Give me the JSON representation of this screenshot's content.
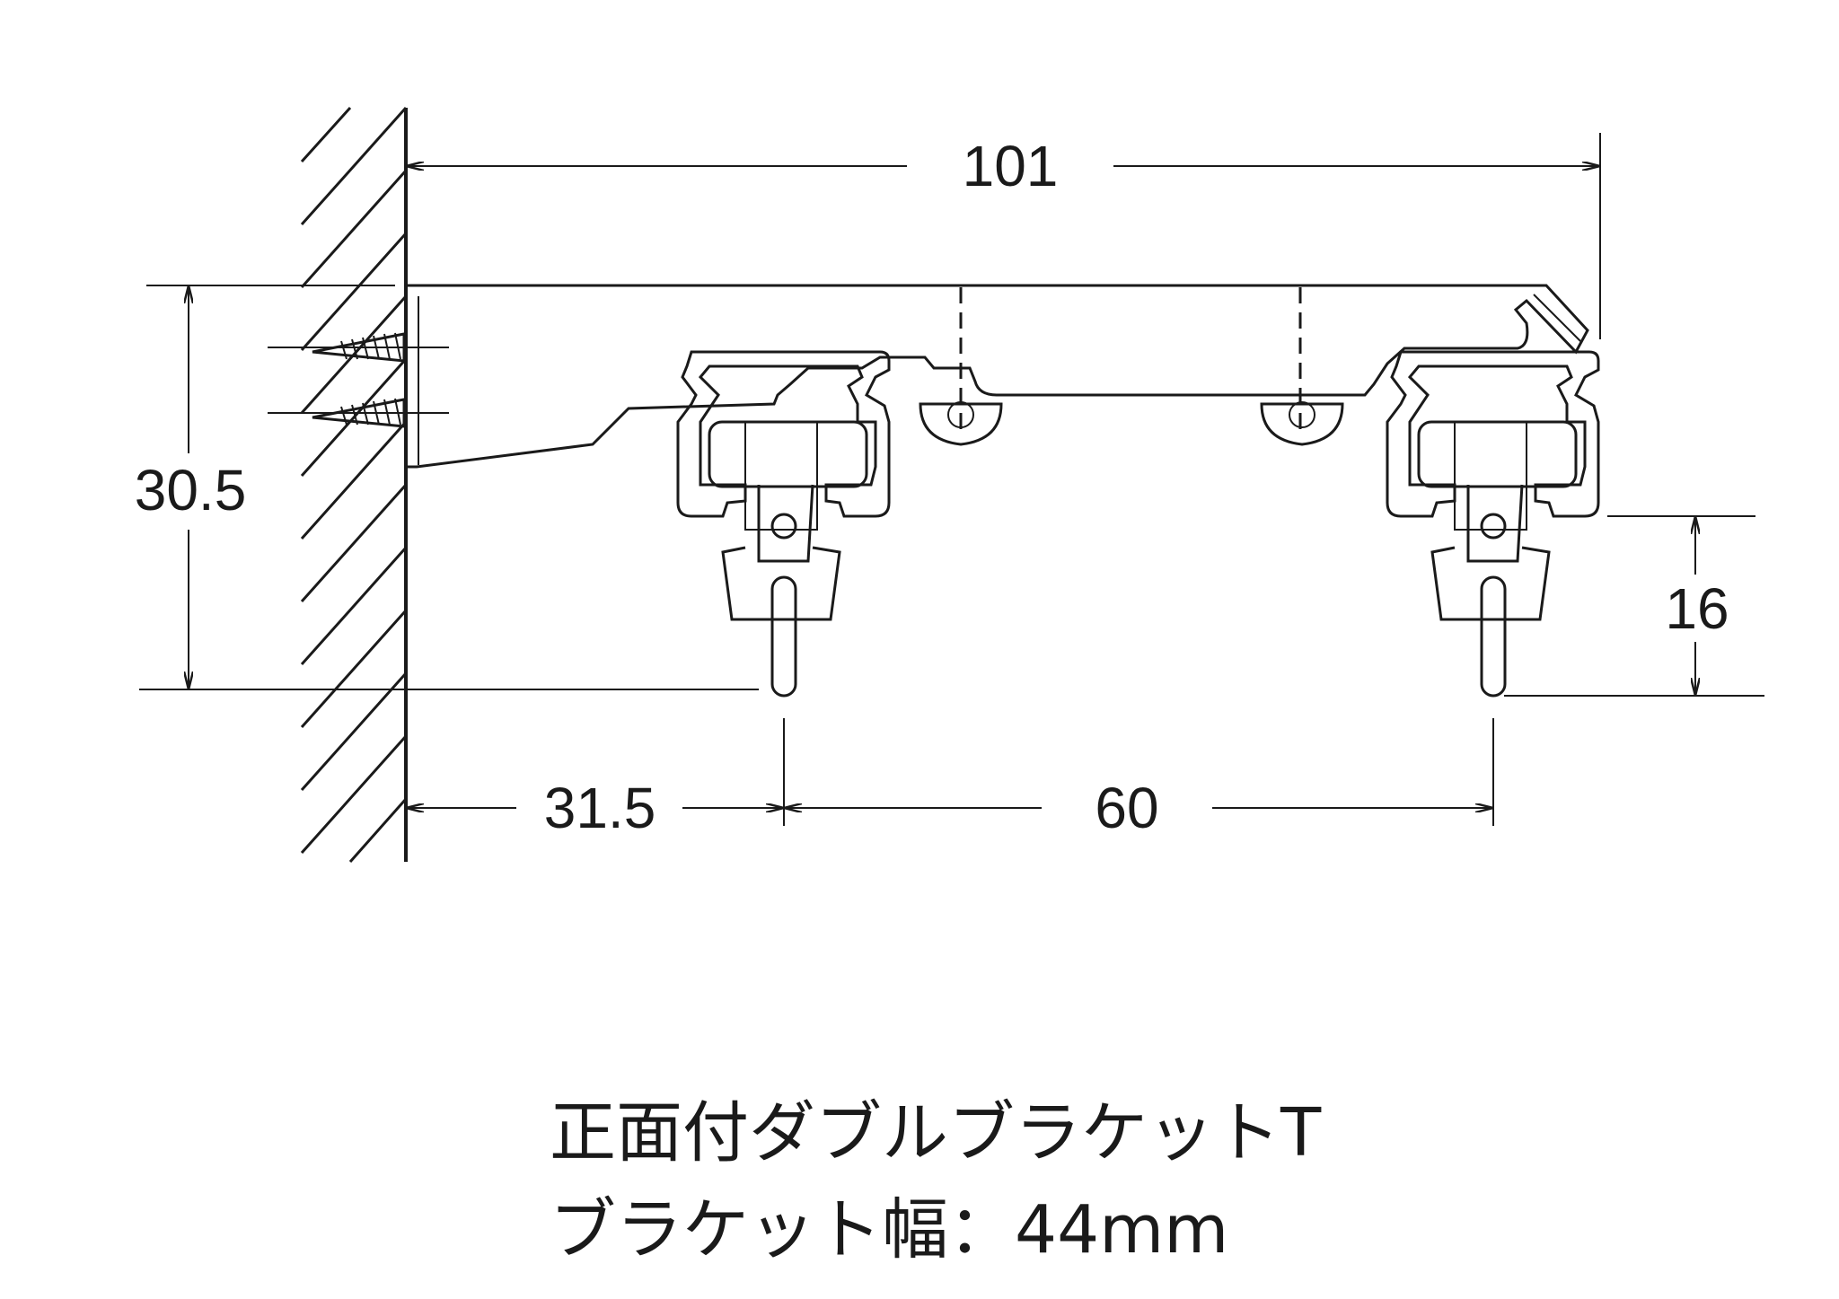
{
  "dimensions": {
    "overall_depth": "101",
    "bracket_height": "30.5",
    "hook_drop": "16",
    "wall_to_first_rail": "31.5",
    "rail_spacing": "60"
  },
  "caption": {
    "line1": "正面付ダブルブラケットT",
    "line2": "ブラケット幅：44mm"
  }
}
